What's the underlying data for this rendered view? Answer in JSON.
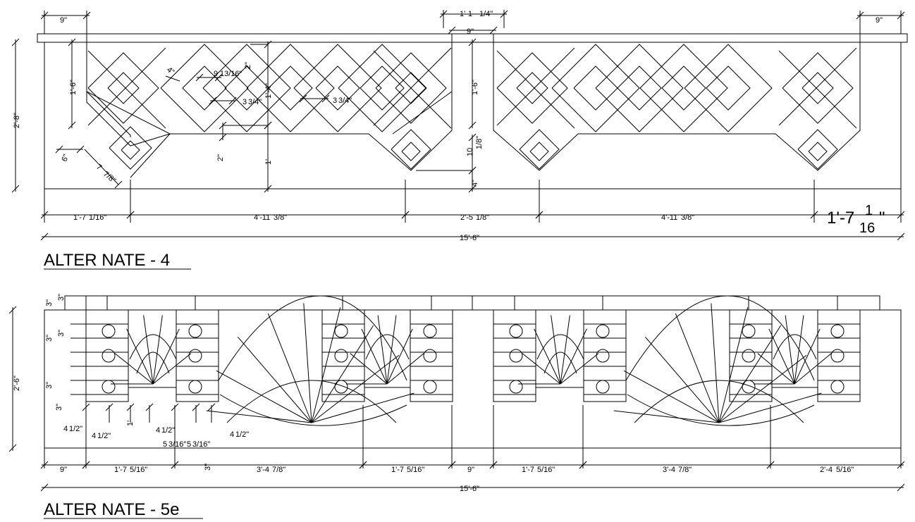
{
  "panel4": {
    "title": "ALTER NATE - 4",
    "top_dims": {
      "left": "9\"",
      "center_outer": "1'-1",
      "center_outer_frac": "1/4\"",
      "center_inner": "9\"",
      "right": "9\""
    },
    "left_dims": {
      "height": "2'-8\"",
      "upper": "1'-6\""
    },
    "center_dims": {
      "upper": "1'-6\"",
      "lower": "10",
      "lower_frac": "1/8\"",
      "base": "4\""
    },
    "inner_labels": {
      "a": "9",
      "a_frac": "13/16\"",
      "b": "2\"",
      "c": "1'-4\"",
      "d": "3",
      "d_frac": "3/4\"",
      "e": "3",
      "e_frac": "3/4\"",
      "f": "2\"",
      "g": "1'",
      "h": "4\"",
      "i": "6\"",
      "j": "7",
      "j_frac": "7/8\""
    },
    "bottom_dims": [
      {
        "whole": "1'-7",
        "frac": "1/16\""
      },
      {
        "whole": "4'-11",
        "frac": "3/8\""
      },
      {
        "whole": "2'-5",
        "frac": "1/8\""
      },
      {
        "whole": "4'-11",
        "frac": "3/8\""
      }
    ],
    "big_dim": {
      "whole": "1'-7",
      "num": "1",
      "den": "16",
      "unit": "\""
    },
    "overall": "15'-6\""
  },
  "panel5": {
    "title": "ALTER NATE - 5e",
    "left_dims": {
      "height": "2'-6\""
    },
    "small_dims": [
      "3\"",
      "3\"",
      "3\"",
      "3\"",
      "3\"",
      "3\""
    ],
    "inner_labels": [
      {
        "whole": "4",
        "frac": "1/2\""
      },
      {
        "whole": "4",
        "frac": "1/2\""
      },
      {
        "whole": "1'",
        "frac": ""
      },
      {
        "whole": "4",
        "frac": "1/2\""
      },
      {
        "whole": "5",
        "frac": "3/16\""
      },
      {
        "whole": "5",
        "frac": "3/16\""
      },
      {
        "whole": "4",
        "frac": "1/2\""
      },
      {
        "whole": "3\"",
        "frac": ""
      }
    ],
    "bottom_dims": [
      {
        "whole": "9\"",
        "frac": ""
      },
      {
        "whole": "1'-7",
        "frac": "5/16\""
      },
      {
        "whole": "3'-4",
        "frac": "7/8\""
      },
      {
        "whole": "1'-7",
        "frac": "5/16\""
      },
      {
        "whole": "9\"",
        "frac": ""
      },
      {
        "whole": "1'-7",
        "frac": "5/16\""
      },
      {
        "whole": "3'-4",
        "frac": "7/8\""
      },
      {
        "whole": "2'-4",
        "frac": "5/16\""
      }
    ],
    "overall": "15'-6\""
  }
}
